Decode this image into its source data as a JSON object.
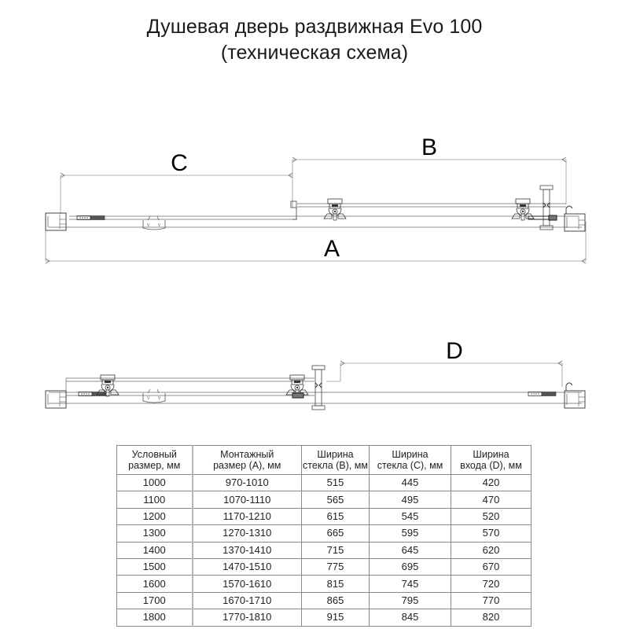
{
  "title": {
    "line1": "Душевая дверь раздвижная Evo 100",
    "line2": "(техническая схема)"
  },
  "drawing": {
    "top_view": {
      "name": "closed-state",
      "dimension_labels": {
        "A": "A",
        "B": "B",
        "C": "C"
      }
    },
    "bottom_view": {
      "name": "open-state",
      "dimension_labels": {
        "D": "D"
      }
    },
    "line_color": "#8c8c8c",
    "detail_color": "#333333"
  },
  "table": {
    "headers": [
      {
        "line1": "Условный",
        "line2": "размер, мм"
      },
      {
        "line1": "Монтажный",
        "line2": "размер (A), мм"
      },
      {
        "line1": "Ширина",
        "line2": "стекла (B), мм"
      },
      {
        "line1": "Ширина",
        "line2": "стекла (C), мм"
      },
      {
        "line1": "Ширина",
        "line2": "входа (D), мм"
      }
    ],
    "rows": [
      [
        "1000",
        "970-1010",
        "515",
        "445",
        "420"
      ],
      [
        "1100",
        "1070-1110",
        "565",
        "495",
        "470"
      ],
      [
        "1200",
        "1170-1210",
        "615",
        "545",
        "520"
      ],
      [
        "1300",
        "1270-1310",
        "665",
        "595",
        "570"
      ],
      [
        "1400",
        "1370-1410",
        "715",
        "645",
        "620"
      ],
      [
        "1500",
        "1470-1510",
        "775",
        "695",
        "670"
      ],
      [
        "1600",
        "1570-1610",
        "815",
        "745",
        "720"
      ],
      [
        "1700",
        "1670-1710",
        "865",
        "795",
        "770"
      ],
      [
        "1800",
        "1770-1810",
        "915",
        "845",
        "820"
      ]
    ],
    "border_color": "#8a8a8a"
  }
}
